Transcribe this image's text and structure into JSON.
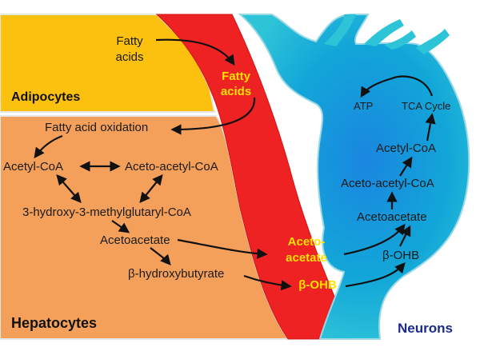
{
  "regions": {
    "adipocytes": "Adipocytes",
    "hepatocytes": "Hepatocytes",
    "neurons": "Neurons"
  },
  "adipocyte": {
    "fatty_acids_line1": "Fatty",
    "fatty_acids_line2": "acids"
  },
  "blood": {
    "fatty_acids_line1": "Fatty",
    "fatty_acids_line2": "acids",
    "acetoacetate_line1": "Aceto-",
    "acetoacetate_line2": "acetate",
    "bohb": "β-OHB"
  },
  "liver": {
    "fatty_acid_oxidation": "Fatty acid oxidation",
    "acetyl_coa": "Acetyl-CoA",
    "aceto_acetyl_coa": "Aceto-acetyl-CoA",
    "hmg_coa": "3-hydroxy-3-methylglutaryl-CoA",
    "acetoacetate": "Acetoacetate",
    "b_hydroxybutyrate": "β-hydroxybutyrate"
  },
  "neuron": {
    "atp": "ATP",
    "tca_cycle": "TCA Cycle",
    "acetyl_coa": "Acetyl-CoA",
    "aceto_acetyl_coa": "Aceto-acetyl-CoA",
    "acetoacetate": "Acetoacetate",
    "bohb": "β-OHB"
  },
  "colors": {
    "adipocyte": "#fcc10f",
    "hepatocyte": "#f5a05a",
    "blood_vessel": "#ee2222",
    "neuron": "#1aa8d8",
    "neuron_label": "#1a2a8c",
    "blood_text": "#ffe100"
  }
}
